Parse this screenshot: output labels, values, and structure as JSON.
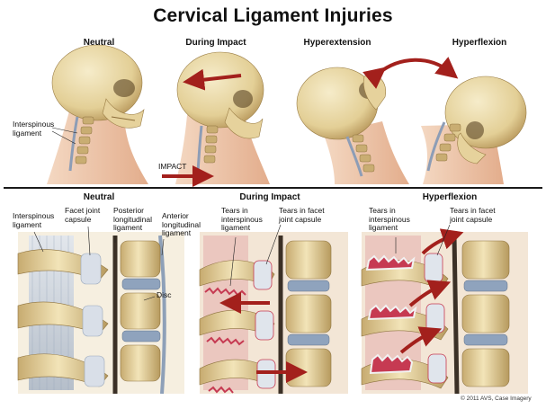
{
  "title": "Cervical Ligament Injuries",
  "top_panels": [
    {
      "heading": "Neutral"
    },
    {
      "heading": "During Impact"
    },
    {
      "heading": "Hyperextension"
    },
    {
      "heading": "Hyperflexion"
    }
  ],
  "top_labels": {
    "interspinous": [
      "Interspinous",
      "ligament"
    ],
    "impact": "IMPACT"
  },
  "bottom_panels": [
    {
      "heading": "Neutral"
    },
    {
      "heading": "During Impact"
    },
    {
      "heading": "Hyperflexion"
    }
  ],
  "bottom_labels": {
    "neutral_interspinous": [
      "Interspinous",
      "ligament"
    ],
    "neutral_facet": [
      "Facet joint",
      "capsule"
    ],
    "neutral_posterior": [
      "Posterior",
      "longitudinal",
      "ligament"
    ],
    "neutral_anterior": [
      "Anterior",
      "longitudinal",
      "ligament"
    ],
    "neutral_disc": "Disc",
    "impact_tears_interspinous": [
      "Tears in",
      "interspinous",
      "ligament"
    ],
    "impact_tears_facet": [
      "Tears in facet",
      "joint capsule"
    ],
    "flex_tears_interspinous": [
      "Tears in",
      "interspinous",
      "ligament"
    ],
    "flex_tears_facet": [
      "Tears in facet",
      "joint capsule"
    ]
  },
  "copyright": "© 2011 AVS, Case Imagery",
  "colors": {
    "bone": "#e9d9a8",
    "bone_shadow": "#b89b62",
    "skin": "#f0cbb0",
    "arrow": "#a3201c",
    "ligament": "#c9d3df",
    "tear": "#c63a52",
    "muscle": "#d78f96"
  }
}
